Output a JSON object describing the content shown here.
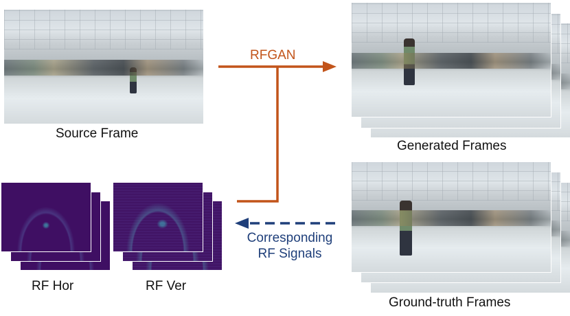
{
  "labels": {
    "source": "Source Frame",
    "generated": "Generated Frames",
    "ground_truth": "Ground-truth Frames",
    "rf_hor": "RF Hor",
    "rf_ver": "RF Ver",
    "rfgan": "RFGAN",
    "corresponding_line1": "Corresponding",
    "corresponding_line2": "RF Signals"
  },
  "colors": {
    "rfgan_arrow": "#c2541a",
    "signal_arrow": "#1f3f7a",
    "rf_background": "#3f0f63"
  }
}
